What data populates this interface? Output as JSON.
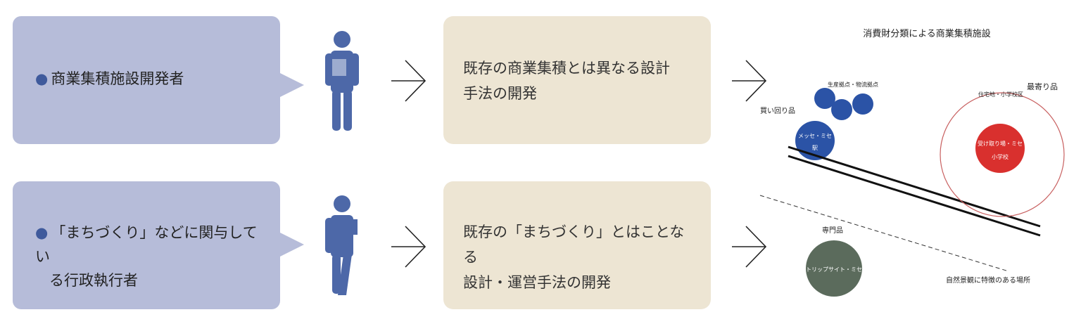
{
  "rows": [
    {
      "actor": "商業集積施設開発者",
      "goal_line1": "既存の商業集積とは異なる設計",
      "goal_line2": "手法の開発"
    },
    {
      "actor_line1": "「まちづくり」などに関与してい",
      "actor_line2": "る行政執行者",
      "goal_line1": "既存の「まちづくり」とはことなる",
      "goal_line2": "設計・運営手法の開発"
    }
  ],
  "diagram": {
    "title": "消費財分類による商業集積施設",
    "label_kaimawari": "買い回り品",
    "label_seisan": "生産拠点・物流拠点",
    "label_messe": "メッセ・ミセ",
    "label_eki": "駅",
    "label_moyori": "最寄り品",
    "label_jutaku": "住宅地・小学校区",
    "label_uketori": "受け取り場・ミセ",
    "label_shogakko": "小学校",
    "label_senmon": "専門品",
    "label_trip": "トリップサイト・ミセ",
    "label_shizen": "自然景観に特徴のある場所"
  },
  "colors": {
    "bubble": "#b6bcd9",
    "box": "#ede5d3",
    "person": "#4d68a8",
    "blue_circle": "#2b53a6",
    "red_circle": "#d9302e",
    "green_circle": "#5b6b5c",
    "outline_red": "#c86060"
  }
}
